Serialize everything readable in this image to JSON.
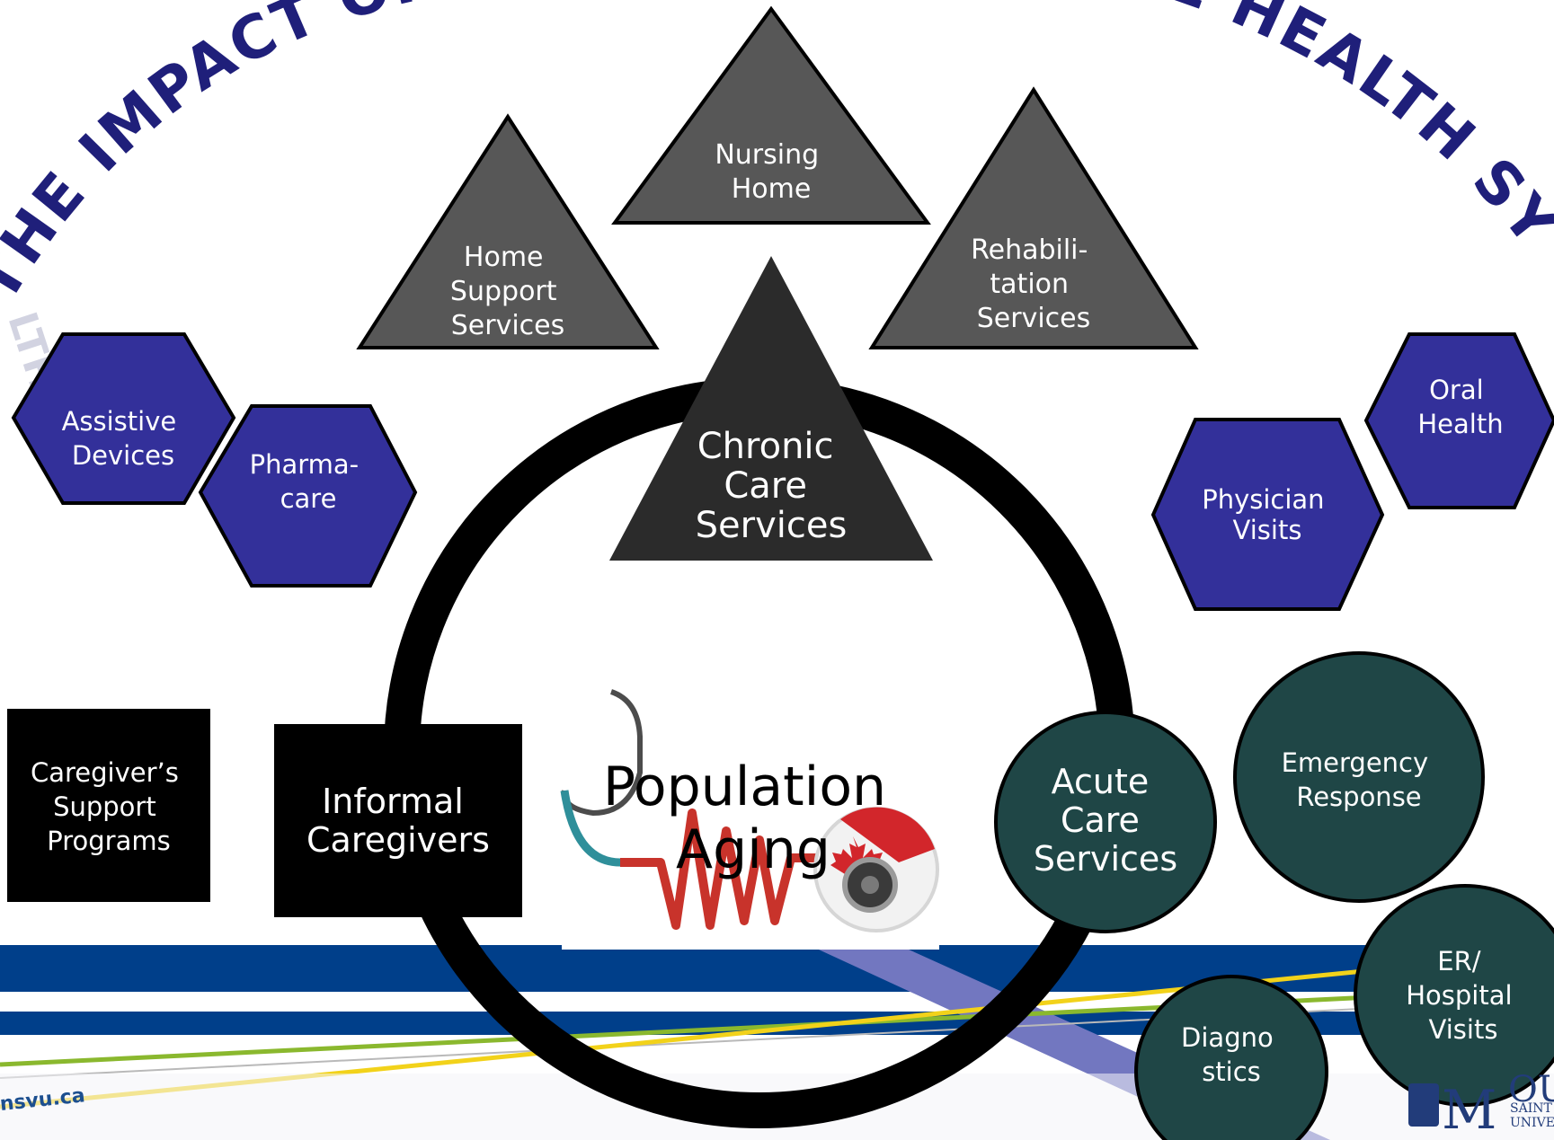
{
  "title": {
    "left": "THE IMPACT OF POP",
    "right": "HE HEALTH SYSTEM",
    "ghost": "LTH"
  },
  "footer": {
    "website": "nsvu.ca",
    "university_initial": "M",
    "university_partial": "OU",
    "university_line1": "SAINT V",
    "university_line2": "UNIVE"
  },
  "center": {
    "line1": "Population",
    "line2": "Aging"
  },
  "triangles": [
    {
      "id": "nursing-home",
      "lines": [
        "Nursing",
        "Home"
      ]
    },
    {
      "id": "home-support",
      "lines": [
        "Home",
        "Support",
        "Services"
      ]
    },
    {
      "id": "rehabilitation",
      "lines": [
        "Rehabili-",
        "tation",
        "Services"
      ]
    },
    {
      "id": "chronic-care",
      "lines": [
        "Chronic",
        "Care",
        "Services"
      ]
    }
  ],
  "hexagons": [
    {
      "id": "assistive-devices",
      "lines": [
        "Assistive",
        "Devices"
      ]
    },
    {
      "id": "pharmacare",
      "lines": [
        "Pharma-",
        "care"
      ]
    },
    {
      "id": "physician-visits",
      "lines": [
        "Physician",
        "Visits"
      ]
    },
    {
      "id": "oral-health",
      "lines": [
        "Oral",
        "Health"
      ]
    }
  ],
  "boxes": [
    {
      "id": "caregivers-support",
      "lines": [
        "Caregiver’s",
        "Support",
        "Programs"
      ]
    },
    {
      "id": "informal-caregivers",
      "lines": [
        "Informal",
        "Caregivers"
      ]
    }
  ],
  "circles": [
    {
      "id": "acute-care",
      "lines": [
        "Acute",
        "Care",
        "Services"
      ]
    },
    {
      "id": "emergency-response",
      "lines": [
        "Emergency",
        "Response"
      ]
    },
    {
      "id": "er-hospital",
      "lines": [
        "ER/",
        "Hospital",
        "Visits"
      ]
    },
    {
      "id": "diagnostics",
      "lines": [
        "Diagno",
        "stics"
      ]
    }
  ],
  "colors": {
    "title": "#1f1f7a",
    "hexagon": "#33309a",
    "triangle_light": "#575757",
    "triangle_dark": "#2b2b2b",
    "circle": "#1f4646",
    "box": "#000000",
    "stripe_blue": "#003f8a",
    "stripe_green": "#8ab82e",
    "stripe_yellow": "#f2d21a",
    "stripe_lavender": "#7277c0"
  }
}
